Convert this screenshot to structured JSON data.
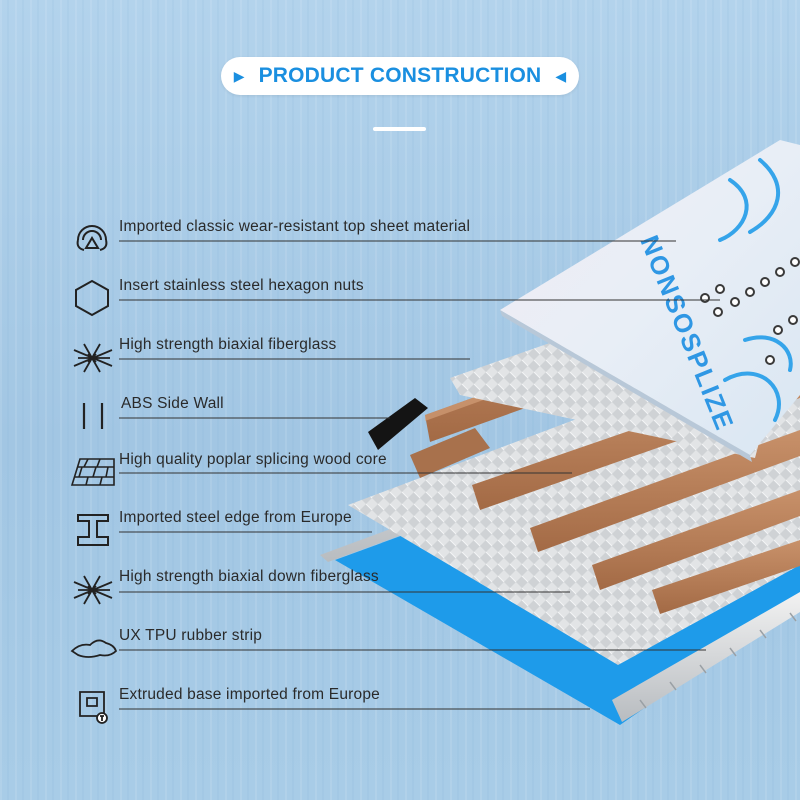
{
  "header": {
    "title": "PRODUCT CONSTRUCTION",
    "left_marker_icon": "triangle-right-icon",
    "right_marker_icon": "triangle-left-icon"
  },
  "board": {
    "brand_text": "NONSOSPLIZE"
  },
  "layers": [
    {
      "label": "Imported classic wear-resistant top sheet material",
      "icon": "wear-resistant-icon"
    },
    {
      "label": "Insert stainless steel hexagon nuts",
      "icon": "hexagon-icon"
    },
    {
      "label": "High strength biaxial fiberglass",
      "icon": "fiberglass-icon"
    },
    {
      "label": "ABS Side Wall",
      "icon": "side-wall-icon"
    },
    {
      "label": "High quality poplar splicing wood core",
      "icon": "wood-core-icon"
    },
    {
      "label": "Imported steel edge from Europe",
      "icon": "steel-beam-icon"
    },
    {
      "label": "High strength biaxial down fiberglass",
      "icon": "fiberglass-icon"
    },
    {
      "label": "UX TPU rubber strip",
      "icon": "rubber-strip-icon"
    },
    {
      "label": "Extruded base imported from Europe",
      "icon": "base-icon"
    }
  ],
  "colors": {
    "accent": "#1a8fe0",
    "base_blue": "#1e9bea",
    "wood": "#b87e55",
    "text": "#2a2a2a"
  }
}
